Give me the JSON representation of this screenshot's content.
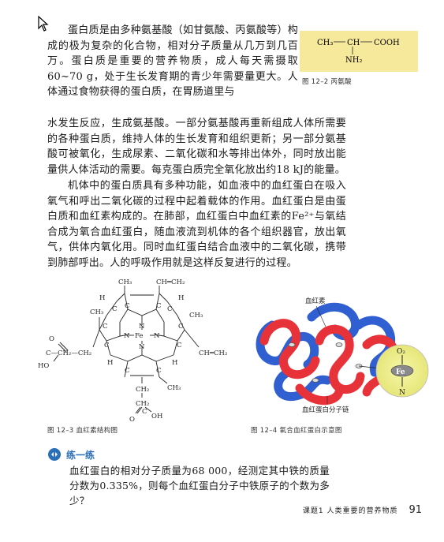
{
  "paragraphs": {
    "p1": "蛋白质是由多种氨基酸（如甘氨酸、丙氨酸等）构成的极为复杂的化合物，相对分子质量从几万到几百万。蛋白质是重要的营养物质，成人每天需摄取60~70 g，处于生长发育期的青少年需要量更大。人体通过食物获得的蛋白质，在胃肠道里与",
    "p1b": "水发生反应，生成氨基酸。一部分氨基酸再重新组成人体所需要的各种蛋白质，维持人体的生长发育和组织更新；另一部分氨基酸可被氧化，生成尿素、二氧化碳和水等排出体外，同时放出能量供人体活动的需要。每克蛋白质完全氧化放出约18 kJ的能量。",
    "p2": "机体中的蛋白质具有多种功能，如血液中的血红蛋白在吸入氧气和呼出二氧化碳的过程中起着载体的作用。血红蛋白是由蛋白质和血红素构成的。在肺部，血红蛋白中血红素的Fe²⁺与氧结合成为氧合血红蛋白，随血液流到机体的各个组织器官，放出氧气，供体内氧化用。同时血红蛋白结合血液中的二氧化碳，携带到肺部呼出。人的呼吸作用就是这样反复进行的过程。"
  },
  "alanine": {
    "ch3": "CH₃",
    "ch": "CH",
    "cooh": "COOH",
    "nh2": "NH₂",
    "caption": "图 12–2  丙氨酸"
  },
  "heme": {
    "caption": "图 12–3  血红素结构图",
    "labels": {
      "ch3_top": "CH₃",
      "vinyl_top": "CH═CH₂",
      "h_top_left": "H",
      "h_top_right": "H",
      "ch3_left": "CH₃",
      "ch3_right": "CH₃",
      "n_top": "N",
      "n_left": "N",
      "fe": "Fe",
      "n_right": "N",
      "n_bottom": "N",
      "c_left": "C",
      "c_right": "C",
      "vinyl_right": "CH═CH₂",
      "h_bottom_left": "H",
      "h_bottom_right": "H",
      "ch3_bottom": "CH₃",
      "acid_chain_left": "C—CH₂—CH₂",
      "acid_o_left": "O",
      "acid_ho_left": "HO",
      "ch2_a": "CH₂",
      "ch2_b": "CH₂",
      "acid_c_bottom": "C",
      "acid_o_bottom": "O",
      "acid_oh_bottom": "OH",
      "c_a": "C",
      "c_b": "C",
      "c_c": "C",
      "c_d": "C",
      "c_e": "C",
      "c_f": "C",
      "c_g": "C",
      "c_h": "C"
    }
  },
  "hemoglobin": {
    "caption": "图 12–4  氧合血红蛋白示意图",
    "label_heme": "血红素",
    "label_chain": "血红蛋白分子链",
    "o2": "O₂",
    "fe": "Fe",
    "n": "N",
    "colors": {
      "red": "#e8323a",
      "blue": "#2f5fd0",
      "yellow": "#ecec7a"
    }
  },
  "practice": {
    "title": "练一练",
    "question": "血红蛋白的相对分子质量为68 000，经测定其中铁的质量分数为0.335%，则每个血红蛋白分子中铁原子的个数为多少？",
    "accent": "#2a6fb8"
  },
  "footer": {
    "lesson": "课题1  人类重要的营养物质",
    "page": "91"
  }
}
